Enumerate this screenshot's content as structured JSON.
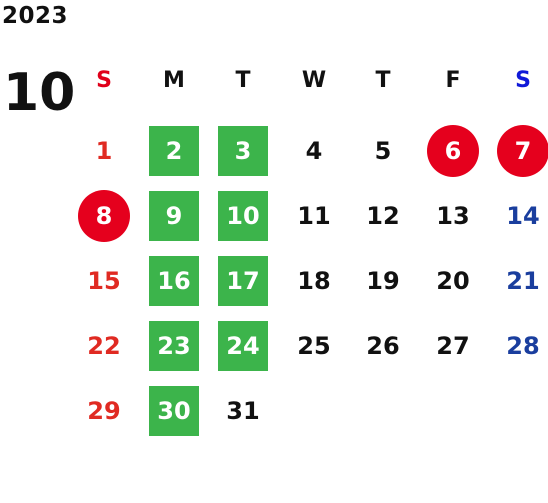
{
  "colors": {
    "green": "#3cb44b",
    "red": "#e5001d",
    "sunday_text": "#e02a22",
    "saturday_text": "#1a3e9e"
  },
  "year": "2023",
  "month": "10",
  "weekdays": [
    "S",
    "M",
    "T",
    "W",
    "T",
    "F",
    "S"
  ],
  "weeks": [
    [
      {
        "day": "1",
        "mark": "none"
      },
      {
        "day": "2",
        "mark": "green"
      },
      {
        "day": "3",
        "mark": "green"
      },
      {
        "day": "4",
        "mark": "none"
      },
      {
        "day": "5",
        "mark": "none"
      },
      {
        "day": "6",
        "mark": "red"
      },
      {
        "day": "7",
        "mark": "red"
      }
    ],
    [
      {
        "day": "8",
        "mark": "red"
      },
      {
        "day": "9",
        "mark": "green"
      },
      {
        "day": "10",
        "mark": "green"
      },
      {
        "day": "11",
        "mark": "none"
      },
      {
        "day": "12",
        "mark": "none"
      },
      {
        "day": "13",
        "mark": "none"
      },
      {
        "day": "14",
        "mark": "none"
      }
    ],
    [
      {
        "day": "15",
        "mark": "none"
      },
      {
        "day": "16",
        "mark": "green"
      },
      {
        "day": "17",
        "mark": "green"
      },
      {
        "day": "18",
        "mark": "none"
      },
      {
        "day": "19",
        "mark": "none"
      },
      {
        "day": "20",
        "mark": "none"
      },
      {
        "day": "21",
        "mark": "none"
      }
    ],
    [
      {
        "day": "22",
        "mark": "none"
      },
      {
        "day": "23",
        "mark": "green"
      },
      {
        "day": "24",
        "mark": "green"
      },
      {
        "day": "25",
        "mark": "none"
      },
      {
        "day": "26",
        "mark": "none"
      },
      {
        "day": "27",
        "mark": "none"
      },
      {
        "day": "28",
        "mark": "none"
      }
    ],
    [
      {
        "day": "29",
        "mark": "none"
      },
      {
        "day": "30",
        "mark": "green"
      },
      {
        "day": "31",
        "mark": "none"
      }
    ]
  ]
}
